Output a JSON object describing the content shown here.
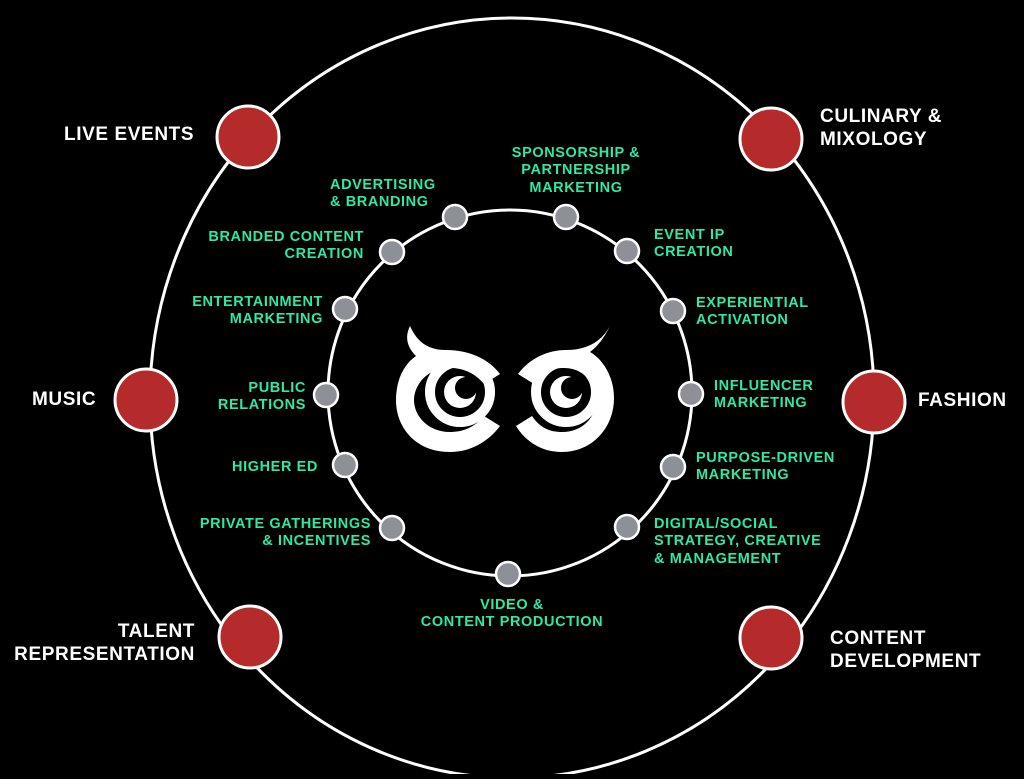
{
  "colors": {
    "background": "#000000",
    "ring": "#ffffff",
    "outer_node": "#b52a2a",
    "inner_node": "#8e9098",
    "inner_label": "#2ee8a3",
    "outer_label": "#ffffff",
    "logo": "#ffffff"
  },
  "logo": {
    "icon": "oc-monogram-logo"
  },
  "outer_nodes": [
    {
      "id": "live-events",
      "lines": [
        "LIVE EVENTS"
      ]
    },
    {
      "id": "culinary-mixology",
      "lines": [
        "CULINARY &",
        "MIXOLOGY"
      ]
    },
    {
      "id": "fashion",
      "lines": [
        "FASHION"
      ]
    },
    {
      "id": "content-development",
      "lines": [
        "CONTENT",
        "DEVELOPMENT"
      ]
    },
    {
      "id": "talent-representation",
      "lines": [
        "TALENT",
        "REPRESENTATION"
      ]
    },
    {
      "id": "music",
      "lines": [
        "MUSIC"
      ]
    }
  ],
  "inner_nodes": [
    {
      "id": "advertising-branding",
      "lines": [
        "ADVERTISING",
        "& BRANDING"
      ]
    },
    {
      "id": "sponsorship",
      "lines": [
        "SPONSORSHIP &",
        "PARTNERSHIP",
        "MARKETING"
      ]
    },
    {
      "id": "event-ip",
      "lines": [
        "EVENT IP",
        "CREATION"
      ]
    },
    {
      "id": "experiential",
      "lines": [
        "EXPERIENTIAL",
        "ACTIVATION"
      ]
    },
    {
      "id": "influencer",
      "lines": [
        "INFLUENCER",
        "MARKETING"
      ]
    },
    {
      "id": "purpose-driven",
      "lines": [
        "PURPOSE-DRIVEN",
        "MARKETING"
      ]
    },
    {
      "id": "digital-social",
      "lines": [
        "DIGITAL/SOCIAL",
        "STRATEGY, CREATIVE",
        "& MANAGEMENT"
      ]
    },
    {
      "id": "video-content",
      "lines": [
        "VIDEO &",
        "CONTENT PRODUCTION"
      ]
    },
    {
      "id": "private-gatherings",
      "lines": [
        "PRIVATE GATHERINGS",
        "& INCENTIVES"
      ]
    },
    {
      "id": "higher-ed",
      "lines": [
        "HIGHER ED"
      ]
    },
    {
      "id": "public-relations",
      "lines": [
        "PUBLIC",
        "RELATIONS"
      ]
    },
    {
      "id": "entertainment",
      "lines": [
        "ENTERTAINMENT",
        "MARKETING"
      ]
    },
    {
      "id": "branded-content",
      "lines": [
        "BRANDED CONTENT",
        "CREATION"
      ]
    }
  ]
}
